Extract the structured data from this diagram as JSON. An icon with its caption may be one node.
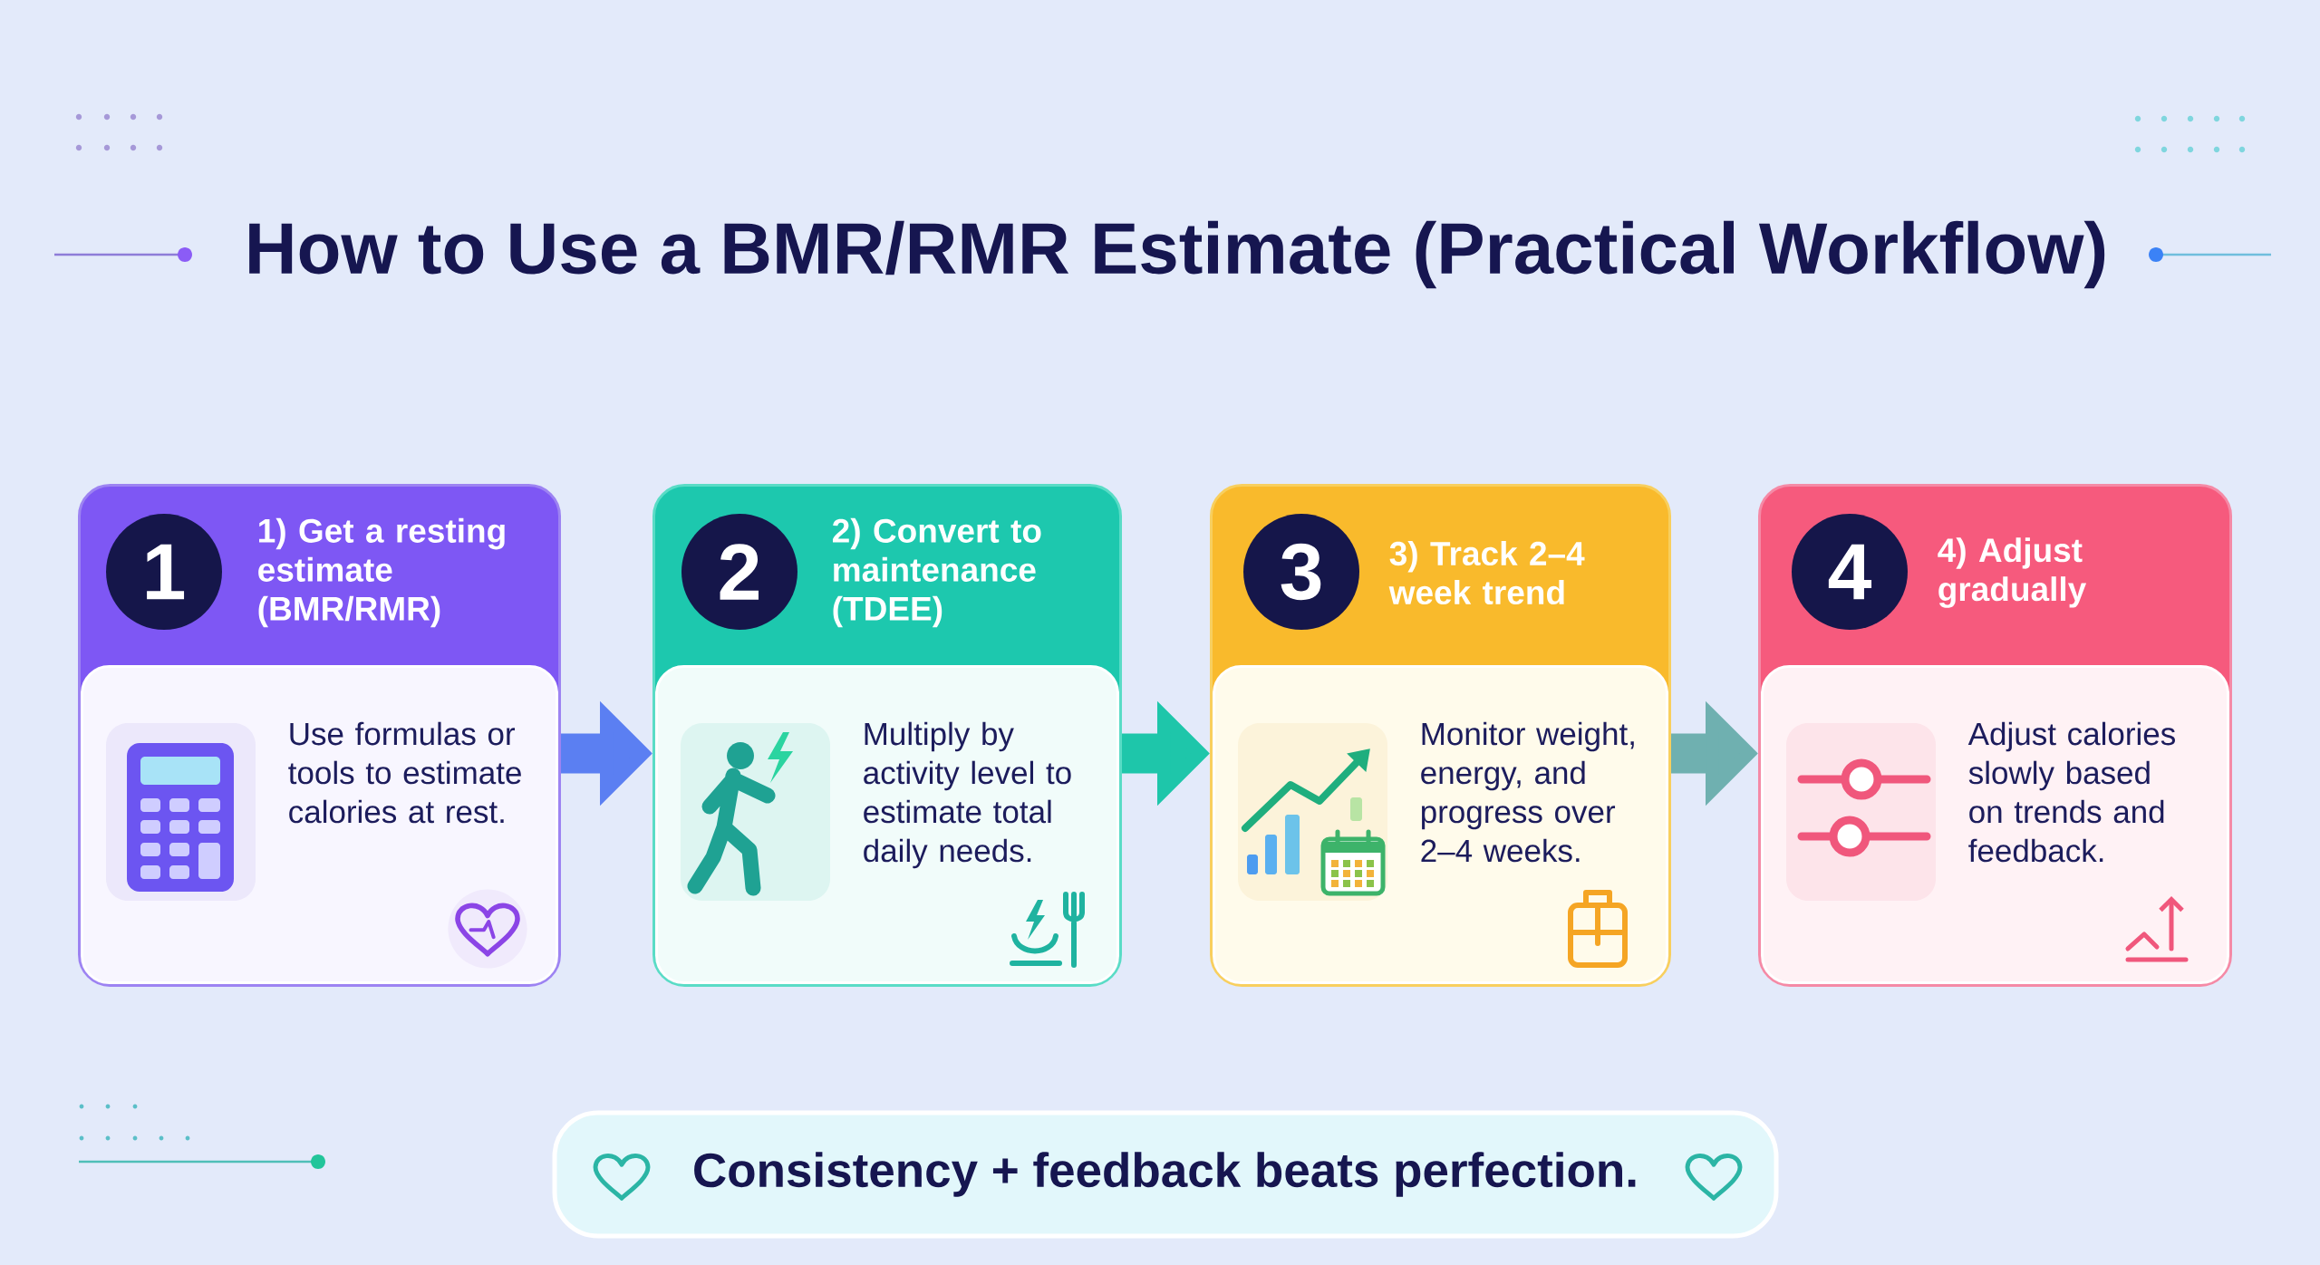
{
  "diagram": {
    "title": "How to Use a BMR/RMR Estimate (Practical Workflow)",
    "nodes": [
      {
        "text": [
          "1) Get a resting estimate (BMR/RMR)"
        ]
      },
      {
        "text": [
          "1"
        ],
        "in": 0
      },
      {
        "text": [
          "Use formulas or tools to estimate calories at rest."
        ],
        "in": 0
      },
      {
        "text": [
          "2) Convert to maintenance (TDEE)"
        ]
      },
      {
        "text": [
          "2"
        ],
        "in": 3
      },
      {
        "text": [
          "Multiply by activity level to estimate total daily needs."
        ],
        "in": 3
      },
      {
        "text": [
          "3) Track 2–4 week trend"
        ]
      },
      {
        "text": [
          "3"
        ],
        "in": 6
      },
      {
        "text": [
          "Monitor weight, energy, and progress over 2–4 weeks."
        ],
        "in": 6
      },
      {
        "text": [
          "4) Adjust gradually"
        ]
      },
      {
        "text": [
          "4"
        ],
        "in": 9
      },
      {
        "text": [
          "Adjust calories slowly based on trends and feedback."
        ],
        "in": 9
      },
      {
        "text": [
          "Consistency + feedback beats perfection."
        ]
      }
    ],
    "edges": [
      {
        "from": 0,
        "to": 3,
        "arrow": "to",
        "color": "#5b7ff2"
      },
      {
        "from": 3,
        "to": 6,
        "arrow": "to",
        "color": "#1ec6aa"
      },
      {
        "from": 6,
        "to": 9,
        "arrow": "to",
        "color": "#6fb0b0"
      }
    ]
  }
}
